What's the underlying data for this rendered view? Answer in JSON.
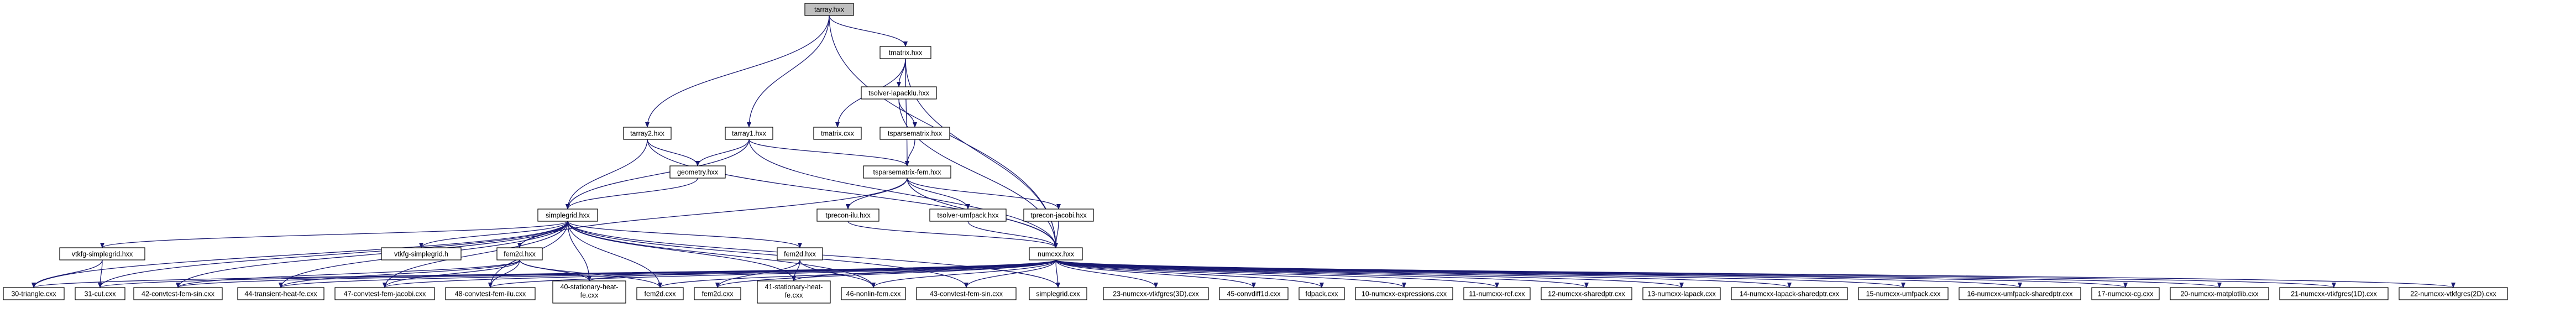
{
  "colors": {
    "edge": "#191970",
    "root_fill": "#bfbfbf",
    "node_fill": "#ffffff",
    "node_stroke": "#000000"
  },
  "nodes": {
    "tarray": {
      "label": "tarray.hxx"
    },
    "tmatrix_hxx": {
      "label": "tmatrix.hxx"
    },
    "tsolver_lu": {
      "label": "tsolver-lapacklu.hxx"
    },
    "tmatrix_cxx": {
      "label": "tmatrix.cxx"
    },
    "tsparse_hxx": {
      "label": "tsparsematrix.hxx"
    },
    "tarray2": {
      "label": "tarray2.hxx"
    },
    "tarray1": {
      "label": "tarray1.hxx"
    },
    "geometry": {
      "label": "geometry.hxx"
    },
    "tsparse_fem": {
      "label": "tsparsematrix-fem.hxx"
    },
    "simplegrid_hxx": {
      "label": "simplegrid.hxx"
    },
    "tprecon_ilu": {
      "label": "tprecon-ilu.hxx"
    },
    "tsolver_umf": {
      "label": "tsolver-umfpack.hxx"
    },
    "tprecon_jac": {
      "label": "tprecon-jacobi.hxx"
    },
    "vtkfg_hxx": {
      "label": "vtkfg-simplegrid.hxx"
    },
    "vtkfg_h": {
      "label": "vtkfg-simplegrid.h"
    },
    "fem2d_hxx_a": {
      "label": "fem2d.hxx"
    },
    "fem2d_hxx_b": {
      "label": "fem2d.hxx"
    },
    "numcxx_hxx": {
      "label": "numcxx.hxx"
    },
    "b30": {
      "label": "30-triangle.cxx"
    },
    "b31": {
      "label": "31-cut.cxx"
    },
    "b42": {
      "label": "42-convtest-fem-sin.cxx"
    },
    "b44": {
      "label": "44-transient-heat-fe.cxx"
    },
    "b47": {
      "label": "47-convtest-fem-jacobi.cxx"
    },
    "b48": {
      "label": "48-convtest-fem-ilu.cxx"
    },
    "b40": {
      "label": "40-stationary-heat-fe.cxx"
    },
    "bfem2d_a": {
      "label": "fem2d.cxx"
    },
    "bfem2d_b": {
      "label": "fem2d.cxx"
    },
    "b41": {
      "label": "41-stationary-heat-fe.cxx"
    },
    "b46": {
      "label": "46-nonlin-fem.cxx"
    },
    "b43": {
      "label": "43-convtest-fem-sin.cxx"
    },
    "bsimplegrid": {
      "label": "simplegrid.cxx"
    },
    "b23": {
      "label": "23-numcxx-vtkfgres(3D).cxx"
    },
    "b45": {
      "label": "45-convdiff1d.cxx"
    },
    "bfdpack": {
      "label": "fdpack.cxx"
    },
    "b10": {
      "label": "10-numcxx-expressions.cxx"
    },
    "b11": {
      "label": "11-numcxx-ref.cxx"
    },
    "b12": {
      "label": "12-numcxx-sharedptr.cxx"
    },
    "b13": {
      "label": "13-numcxx-lapack.cxx"
    },
    "b14": {
      "label": "14-numcxx-lapack-sharedptr.cxx"
    },
    "b15": {
      "label": "15-numcxx-umfpack.cxx"
    },
    "b16": {
      "label": "16-numcxx-umfpack-sharedptr.cxx"
    },
    "b17": {
      "label": "17-numcxx-cg.cxx"
    },
    "b20": {
      "label": "20-numcxx-matplotlib.cxx"
    },
    "b21": {
      "label": "21-numcxx-vtkfgres(1D).cxx"
    },
    "b22": {
      "label": "22-numcxx-vtkfgres(2D).cxx"
    }
  },
  "edges": [
    [
      "tarray",
      "tmatrix_hxx"
    ],
    [
      "tarray",
      "tarray2"
    ],
    [
      "tarray",
      "tarray1"
    ],
    [
      "tarray",
      "numcxx_hxx"
    ],
    [
      "tmatrix_hxx",
      "tsolver_lu"
    ],
    [
      "tmatrix_hxx",
      "tmatrix_cxx"
    ],
    [
      "tmatrix_hxx",
      "tsparse_fem"
    ],
    [
      "tmatrix_hxx",
      "numcxx_hxx"
    ],
    [
      "tsolver_lu",
      "tsparse_hxx"
    ],
    [
      "tsolver_lu",
      "numcxx_hxx"
    ],
    [
      "tsparse_hxx",
      "tsparse_fem"
    ],
    [
      "tarray2",
      "geometry"
    ],
    [
      "tarray2",
      "simplegrid_hxx"
    ],
    [
      "tarray2",
      "numcxx_hxx"
    ],
    [
      "tarray1",
      "geometry"
    ],
    [
      "tarray1",
      "simplegrid_hxx"
    ],
    [
      "tarray1",
      "tsparse_fem"
    ],
    [
      "tarray1",
      "numcxx_hxx"
    ],
    [
      "geometry",
      "simplegrid_hxx"
    ],
    [
      "tsparse_fem",
      "tprecon_ilu"
    ],
    [
      "tsparse_fem",
      "tsolver_umf"
    ],
    [
      "tsparse_fem",
      "tprecon_jac"
    ],
    [
      "tsparse_fem",
      "fem2d_hxx_a"
    ],
    [
      "tsparse_fem",
      "numcxx_hxx"
    ],
    [
      "tprecon_ilu",
      "numcxx_hxx"
    ],
    [
      "tsolver_umf",
      "numcxx_hxx"
    ],
    [
      "tprecon_jac",
      "numcxx_hxx"
    ],
    [
      "simplegrid_hxx",
      "vtkfg_hxx"
    ],
    [
      "simplegrid_hxx",
      "vtkfg_h"
    ],
    [
      "simplegrid_hxx",
      "fem2d_hxx_a"
    ],
    [
      "simplegrid_hxx",
      "fem2d_hxx_b"
    ],
    [
      "simplegrid_hxx",
      "b30"
    ],
    [
      "simplegrid_hxx",
      "b31"
    ],
    [
      "simplegrid_hxx",
      "b42"
    ],
    [
      "simplegrid_hxx",
      "b44"
    ],
    [
      "simplegrid_hxx",
      "b47"
    ],
    [
      "simplegrid_hxx",
      "b48"
    ],
    [
      "simplegrid_hxx",
      "b40"
    ],
    [
      "simplegrid_hxx",
      "bfem2d_a"
    ],
    [
      "simplegrid_hxx",
      "b41"
    ],
    [
      "simplegrid_hxx",
      "b46"
    ],
    [
      "simplegrid_hxx",
      "b43"
    ],
    [
      "simplegrid_hxx",
      "bsimplegrid"
    ],
    [
      "vtkfg_hxx",
      "b30"
    ],
    [
      "vtkfg_hxx",
      "b31"
    ],
    [
      "fem2d_hxx_a",
      "b42"
    ],
    [
      "fem2d_hxx_a",
      "b44"
    ],
    [
      "fem2d_hxx_a",
      "b47"
    ],
    [
      "fem2d_hxx_a",
      "b48"
    ],
    [
      "fem2d_hxx_a",
      "b40"
    ],
    [
      "fem2d_hxx_a",
      "bfem2d_a"
    ],
    [
      "fem2d_hxx_b",
      "bfem2d_b"
    ],
    [
      "fem2d_hxx_b",
      "b41"
    ],
    [
      "fem2d_hxx_b",
      "b46"
    ],
    [
      "numcxx_hxx",
      "b30"
    ],
    [
      "numcxx_hxx",
      "b31"
    ],
    [
      "numcxx_hxx",
      "b42"
    ],
    [
      "numcxx_hxx",
      "b44"
    ],
    [
      "numcxx_hxx",
      "b47"
    ],
    [
      "numcxx_hxx",
      "b48"
    ],
    [
      "numcxx_hxx",
      "b40"
    ],
    [
      "numcxx_hxx",
      "bfem2d_a"
    ],
    [
      "numcxx_hxx",
      "bfem2d_b"
    ],
    [
      "numcxx_hxx",
      "b41"
    ],
    [
      "numcxx_hxx",
      "b46"
    ],
    [
      "numcxx_hxx",
      "b43"
    ],
    [
      "numcxx_hxx",
      "bsimplegrid"
    ],
    [
      "numcxx_hxx",
      "b23"
    ],
    [
      "numcxx_hxx",
      "b45"
    ],
    [
      "numcxx_hxx",
      "bfdpack"
    ],
    [
      "numcxx_hxx",
      "b10"
    ],
    [
      "numcxx_hxx",
      "b11"
    ],
    [
      "numcxx_hxx",
      "b12"
    ],
    [
      "numcxx_hxx",
      "b13"
    ],
    [
      "numcxx_hxx",
      "b14"
    ],
    [
      "numcxx_hxx",
      "b15"
    ],
    [
      "numcxx_hxx",
      "b16"
    ],
    [
      "numcxx_hxx",
      "b17"
    ],
    [
      "numcxx_hxx",
      "b20"
    ],
    [
      "numcxx_hxx",
      "b21"
    ],
    [
      "numcxx_hxx",
      "b22"
    ]
  ]
}
